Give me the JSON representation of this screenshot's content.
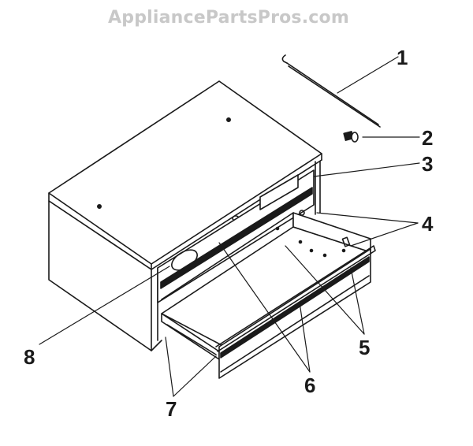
{
  "watermark": {
    "text": "AppliancePartsPros.com",
    "color": "#c8c8c8"
  },
  "diagram": {
    "stroke_color": "#1a1a1a",
    "fill_color": "#ffffff",
    "callouts": [
      {
        "id": "1",
        "label": "1"
      },
      {
        "id": "2",
        "label": "2"
      },
      {
        "id": "3",
        "label": "3"
      },
      {
        "id": "4",
        "label": "4"
      },
      {
        "id": "5",
        "label": "5"
      },
      {
        "id": "6",
        "label": "6"
      },
      {
        "id": "7",
        "label": "7"
      },
      {
        "id": "8",
        "label": "8"
      }
    ]
  }
}
